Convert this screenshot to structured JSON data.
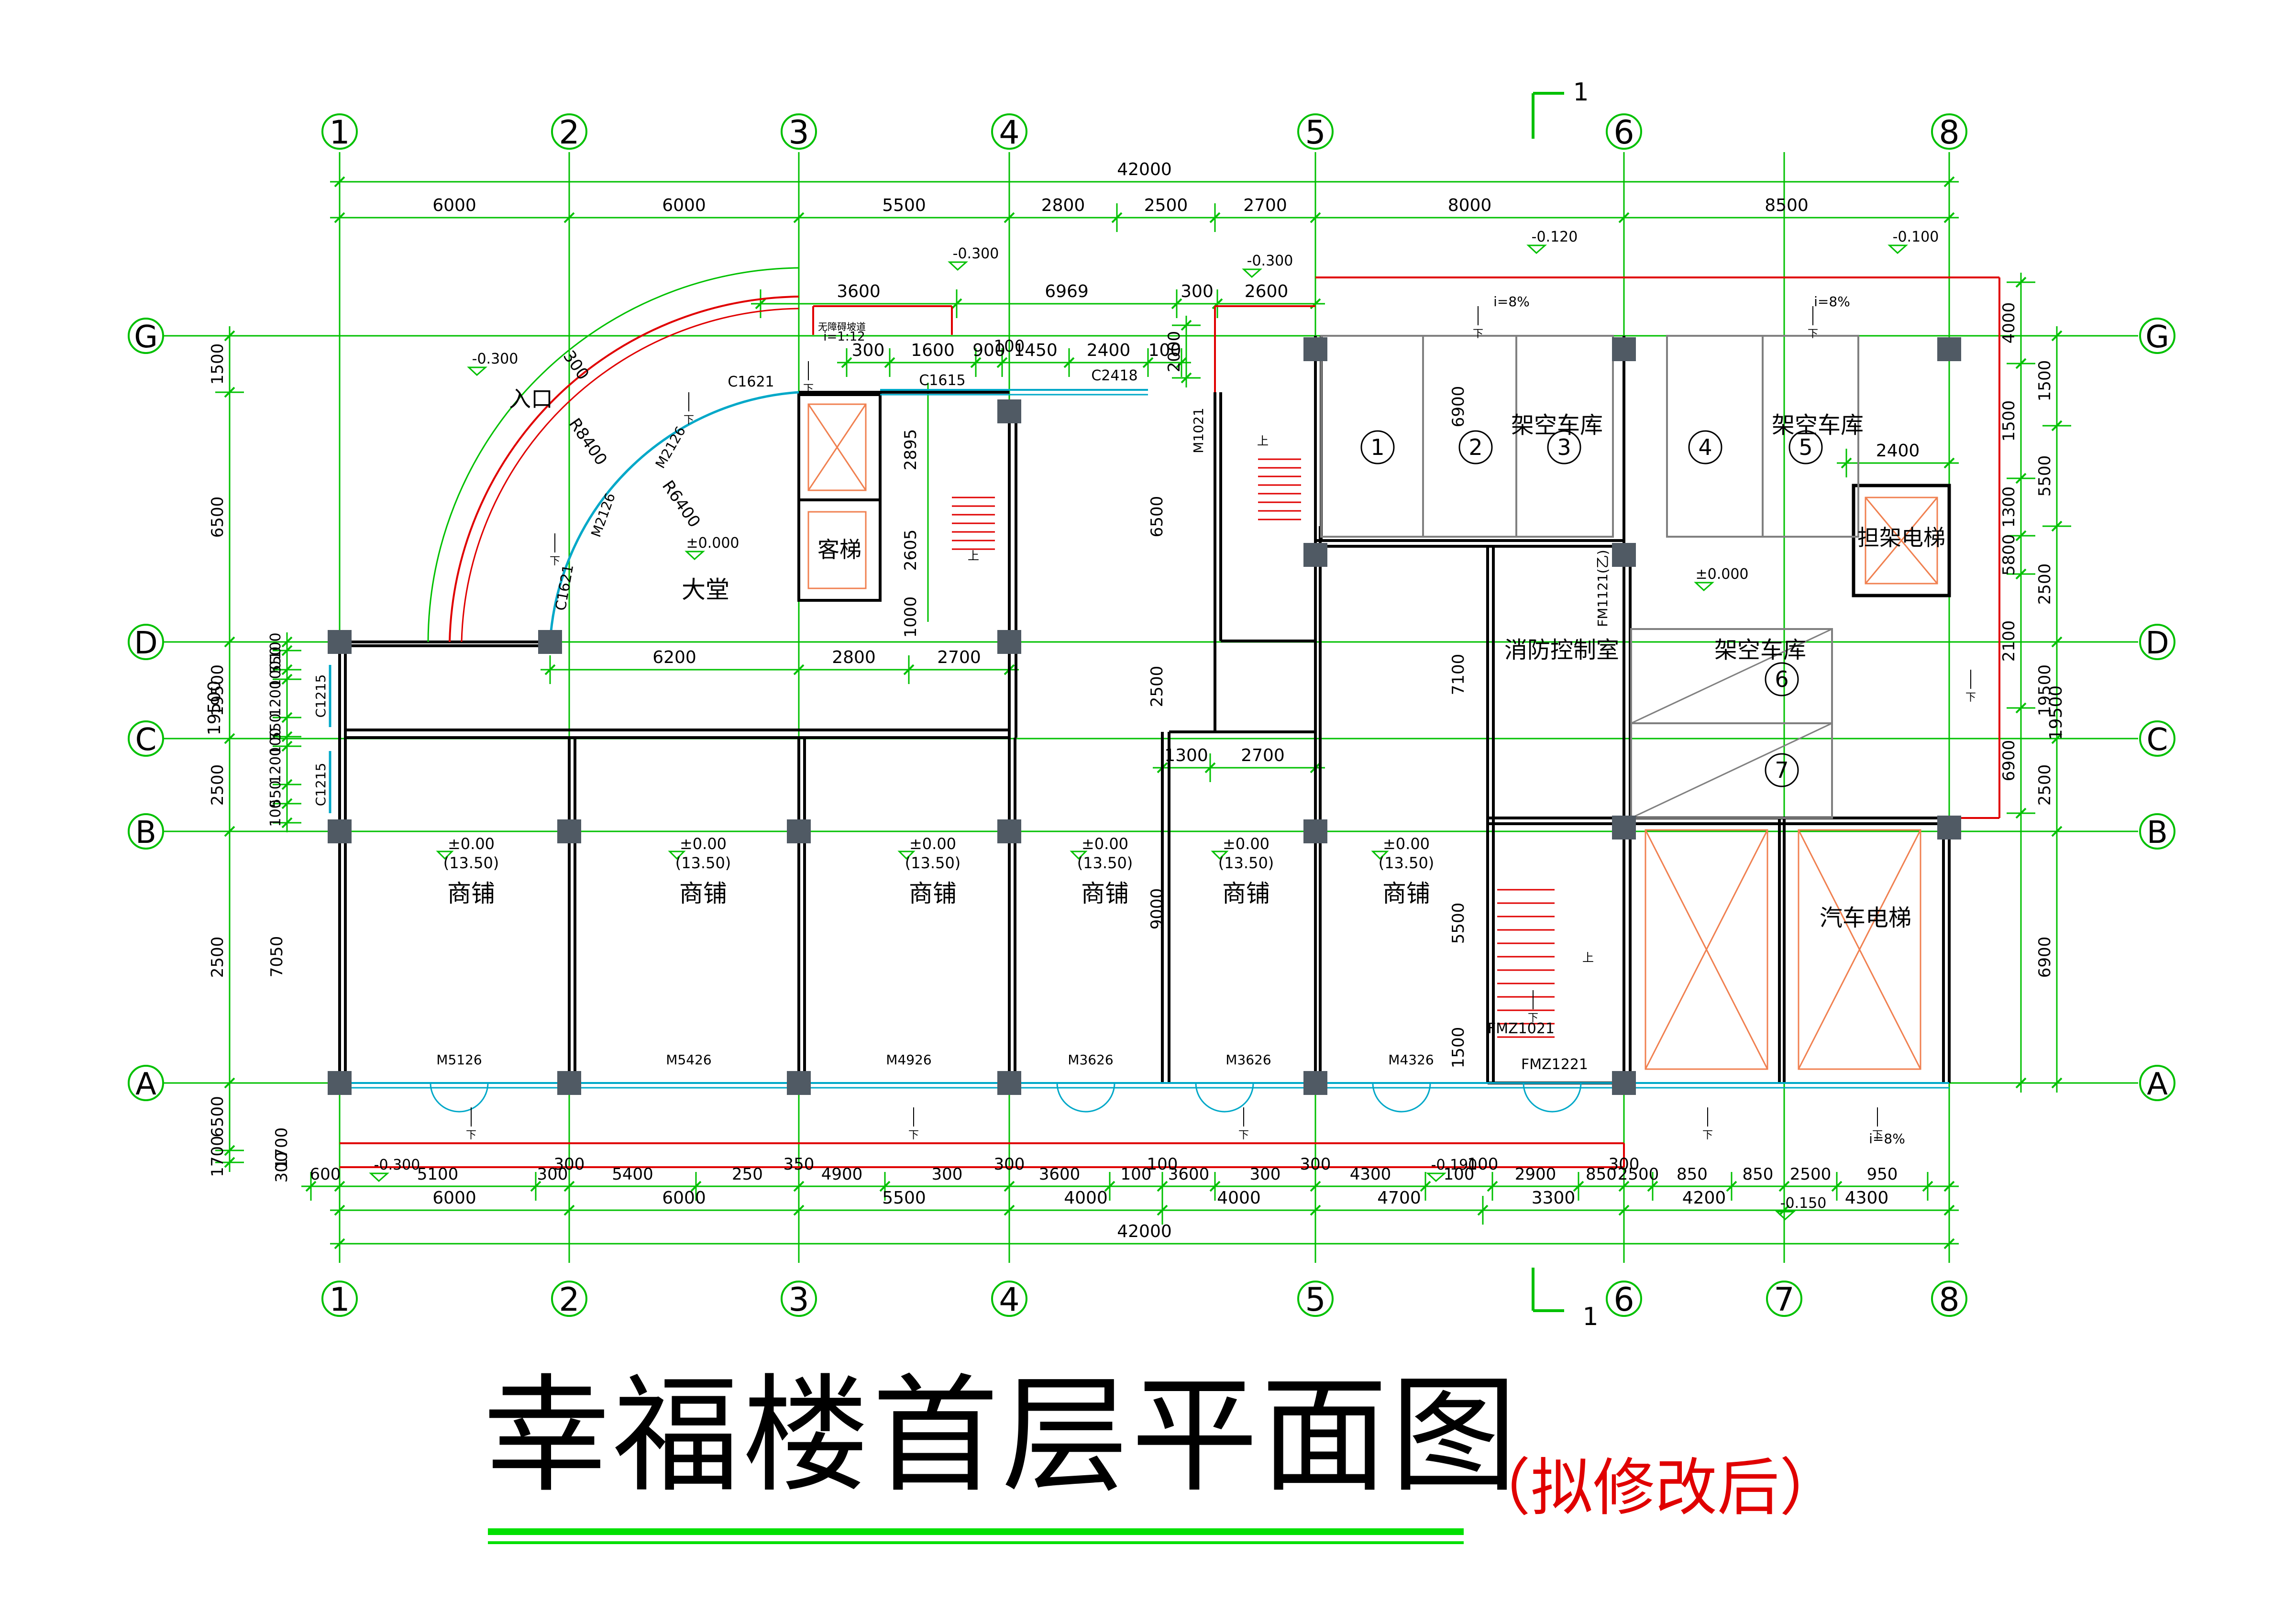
{
  "axes": {
    "vertical": [
      "1",
      "2",
      "3",
      "4",
      "5",
      "6",
      "7",
      "8"
    ],
    "horizontal": [
      "G",
      "D",
      "C",
      "B",
      "A"
    ]
  },
  "dimensions": {
    "total_top": "42000",
    "total_bottom": "42000",
    "top_row": [
      "6000",
      "6000",
      "5500",
      "2800",
      "2500",
      "2700",
      "8000",
      "8500"
    ],
    "bottom_row1": [
      "600",
      "5100",
      "300",
      "5400",
      "250",
      "4900",
      "300",
      "3600",
      "100",
      "3600",
      "300",
      "4300",
      "100",
      "2900",
      "850",
      "2500",
      "850",
      "850",
      "2500",
      "950"
    ],
    "bottom_row1_upper": [
      "300",
      "350",
      "300",
      "100",
      "300",
      "100",
      "300"
    ],
    "bottom_row2": [
      "6000",
      "6000",
      "5500",
      "4000",
      "4000",
      "4700",
      "3300",
      "4200",
      "4300"
    ],
    "inner_top": [
      "3600",
      "6969",
      "300",
      "2600"
    ],
    "inner_row2": [
      "300",
      "1600",
      "900",
      "1450",
      "2400",
      "100",
      "2000"
    ],
    "lobby_row": [
      "6200",
      "2800",
      "2700"
    ],
    "mid_row": [
      "1300",
      "2700"
    ],
    "left_outer": [
      "1500",
      "6500",
      "19500",
      "2500",
      "2500",
      "6500",
      "1700",
      "300"
    ],
    "left_inner": [
      "100",
      "550",
      "100",
      "1200",
      "550",
      "100",
      "1200",
      "550",
      "100",
      "7050"
    ],
    "right_outer": [
      "1500",
      "5500",
      "2500",
      "19500",
      "2500",
      "6900"
    ],
    "right_inner": [
      "4000",
      "1500",
      "1300",
      "5800",
      "2100",
      "6900"
    ],
    "vertical_labels": [
      "6900",
      "7100",
      "5500",
      "1500",
      "6500",
      "2500",
      "9000",
      "2895",
      "2605",
      "1000",
      "2400"
    ]
  },
  "rooms": {
    "entrance": "入口",
    "lobby": "大堂",
    "passenger_elevator": "客梯",
    "stretcher_elevator": "担架电梯",
    "fire_control": "消防控制室",
    "car_elevator": "汽车电梯",
    "garage_top_left": "架空车库",
    "garage_top_right": "架空车库",
    "garage_mid": "架空车库",
    "shop": "商铺",
    "ramp": "无障碍坡道",
    "ramp_slope": "i=1:12"
  },
  "shops": [
    {
      "level": "±0.00",
      "alt": "(13.50)",
      "name": "商铺"
    },
    {
      "level": "±0.00",
      "alt": "(13.50)",
      "name": "商铺"
    },
    {
      "level": "±0.00",
      "alt": "(13.50)",
      "name": "商铺"
    },
    {
      "level": "±0.00",
      "alt": "(13.50)",
      "name": "商铺"
    },
    {
      "level": "±0.00",
      "alt": "(13.50)",
      "name": "商铺"
    },
    {
      "level": "±0.00",
      "alt": "(13.50)",
      "name": "商铺"
    }
  ],
  "parking_numbers": [
    "1",
    "2",
    "3",
    "4",
    "5",
    "6",
    "7"
  ],
  "doors": [
    "M5126",
    "M5426",
    "M4926",
    "M3626",
    "M3626",
    "M4326",
    "M1021",
    "M2126",
    "M2126",
    "FM1121(乙)",
    "FMZ1021",
    "FMZ1221"
  ],
  "windows": [
    "C1621",
    "C1621",
    "C1615",
    "C2418",
    "C1215",
    "C1215"
  ],
  "arc_labels": [
    "R8400",
    "R6400",
    "300"
  ],
  "levels": [
    "-0.300",
    "-0.300",
    "-0.300",
    "-0.120",
    "-0.100",
    "±0.000",
    "±0.000",
    "-0.300",
    "-0.190",
    "-0.150"
  ],
  "slopes": [
    "i=8%",
    "i=8%",
    "i=8%"
  ],
  "down_mark": "下",
  "up_mark": "上",
  "section_mark": "1",
  "title": "幸福楼首层平面图",
  "subtitle": "（拟修改后）",
  "colors": {
    "dimension": "#00c000",
    "wall": "#000000",
    "red": "#e00000",
    "orange": "#f08050",
    "column": "#505a64",
    "window": "#00a8c8"
  }
}
